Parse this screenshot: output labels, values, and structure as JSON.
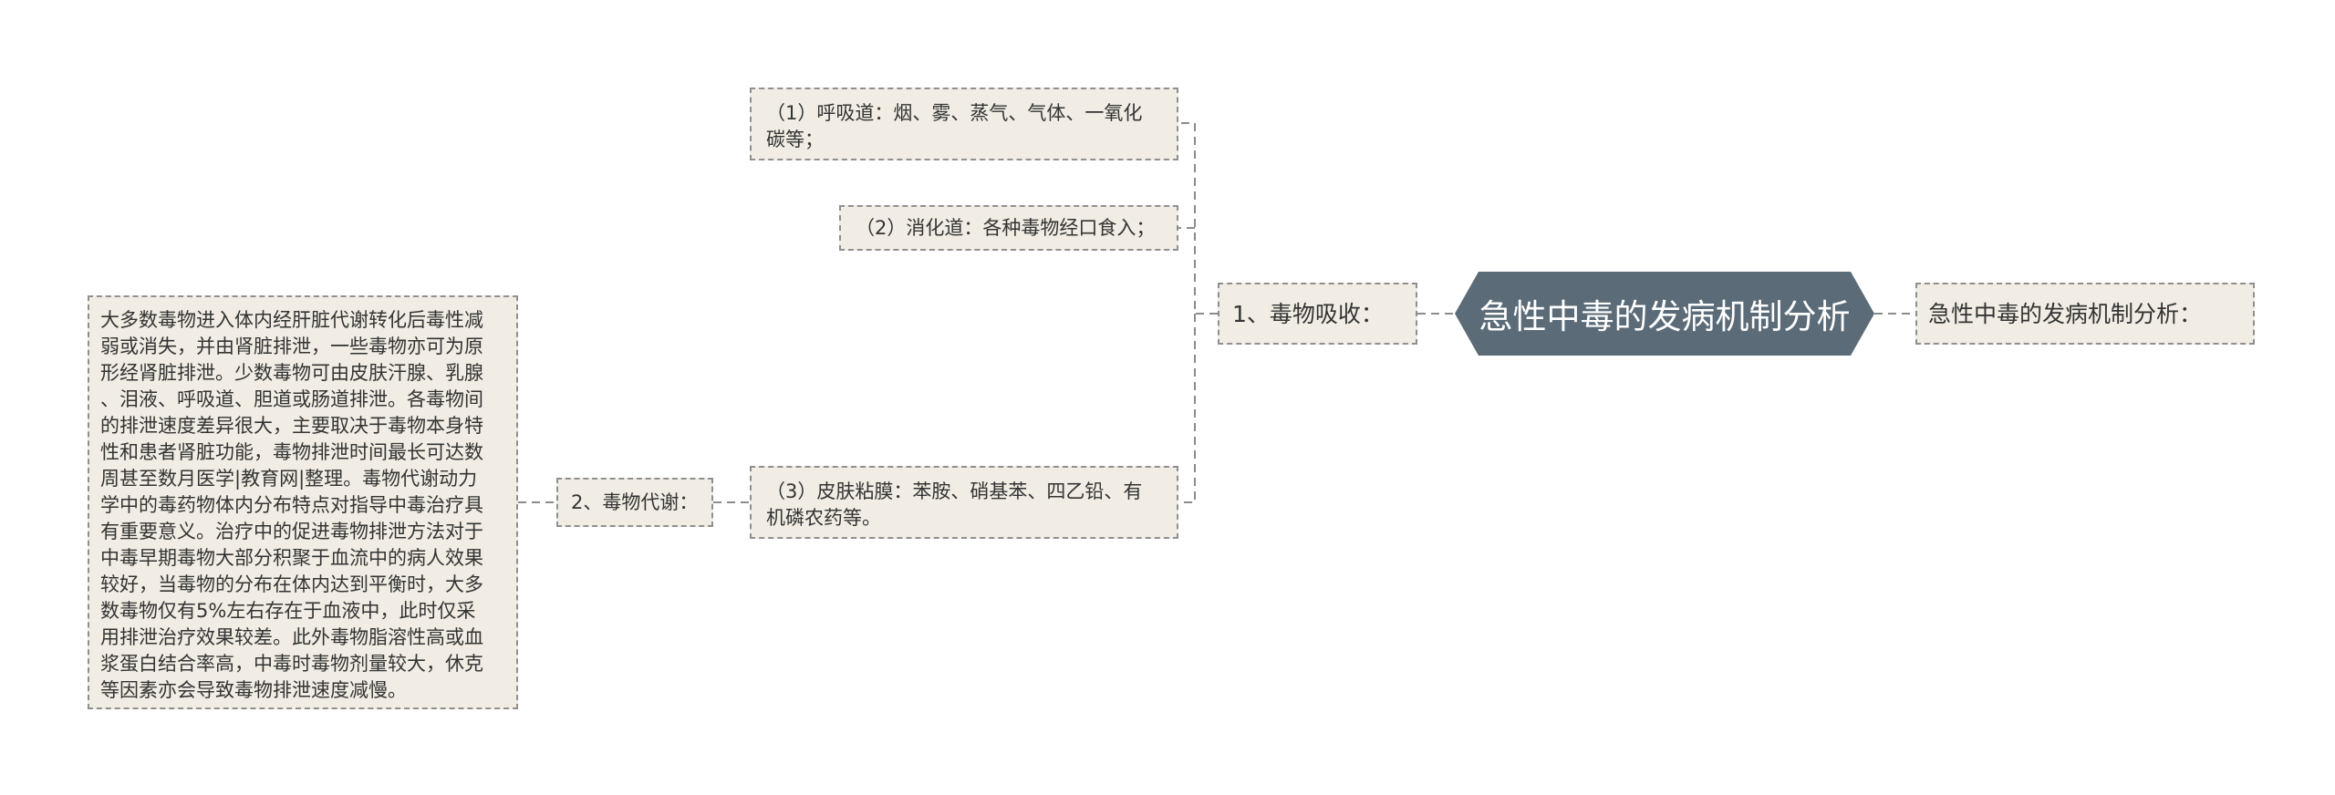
{
  "center": {
    "label": "急性中毒的发病机制分析"
  },
  "right_node": {
    "label": "急性中毒的发病机制分析："
  },
  "branch_absorption": {
    "label": "1、毒物吸收：",
    "children": [
      "（1）呼吸道：烟、雾、蒸气、气体、一氧化\n碳等；",
      "（2）消化道：各种毒物经口食入；",
      "（3）皮肤粘膜：苯胺、硝基苯、四乙铅、有\n机磷农药等。"
    ]
  },
  "branch_metabolism": {
    "label": "2、毒物代谢：",
    "detail": "大多数毒物进入体内经肝脏代谢转化后毒性减\n弱或消失，并由肾脏排泄，一些毒物亦可为原\n形经肾脏排泄。少数毒物可由皮肤汗腺、乳腺\n、泪液、呼吸道、胆道或肠道排泄。各毒物间\n的排泄速度差异很大，主要取决于毒物本身特\n性和患者肾脏功能，毒物排泄时间最长可达数\n周甚至数月医学|教育网|整理。毒物代谢动力\n学中的毒药物体内分布特点对指导中毒治疗具\n有重要意义。治疗中的促进毒物排泄方法对于\n中毒早期毒物大部分积聚于血流中的病人效果\n较好，当毒物的分布在体内达到平衡时，大多\n数毒物仅有5%左右存在于血液中，此时仅采\n用排泄治疗效果较差。此外毒物脂溶性高或血\n浆蛋白结合率高，中毒时毒物剂量较大，休克\n等因素亦会导致毒物排泄速度减慢。"
  },
  "colors": {
    "center_fill": "#5b6b77",
    "node_fill": "#f1ede4",
    "border": "#8f8f8f",
    "text": "#333333"
  }
}
